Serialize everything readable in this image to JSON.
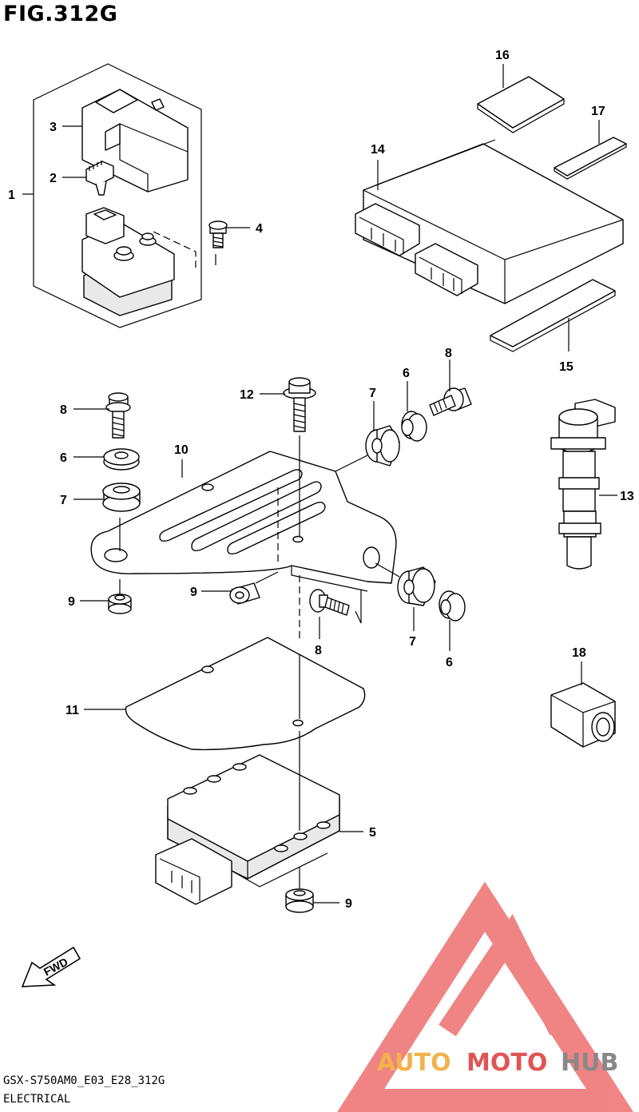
{
  "figure_title": "FIG.312G",
  "model_code": "GSX-S750AM0_E03_E28_312G",
  "section_name": "ELECTRICAL",
  "fwd_label": "FWD",
  "watermark": {
    "part1": "AUTO",
    "part2": "MOTO",
    "part3": "HUB",
    "color_red": "#e05555",
    "color_orange": "#f2b24a",
    "color_gray": "#888888"
  },
  "callouts": {
    "c1": "1",
    "c2": "2",
    "c3": "3",
    "c4": "4",
    "c5": "5",
    "c6a": "6",
    "c6b": "6",
    "c6c": "6",
    "c7a": "7",
    "c7b": "7",
    "c7c": "7",
    "c8a": "8",
    "c8b": "8",
    "c8c": "8",
    "c9a": "9",
    "c9b": "9",
    "c9c": "9",
    "c10": "10",
    "c11": "11",
    "c12": "12",
    "c13": "13",
    "c14": "14",
    "c15": "15",
    "c16": "16",
    "c17": "17",
    "c18": "18"
  }
}
